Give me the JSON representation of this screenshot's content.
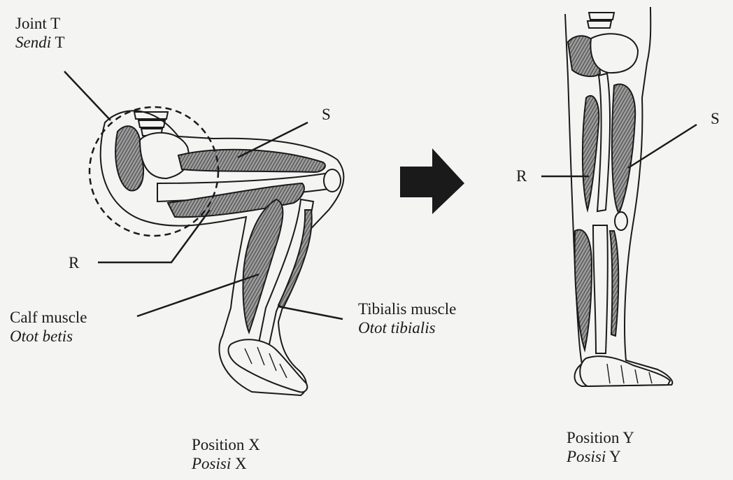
{
  "joint": {
    "en": "Joint T",
    "ms_word": "Sendi",
    "ms_letter": "T"
  },
  "labels": {
    "s": "S",
    "r": "R"
  },
  "calf": {
    "en": "Calf muscle",
    "ms": "Otot betis"
  },
  "tibialis": {
    "en": "Tibialis muscle",
    "ms": "Otot tibialis"
  },
  "position_x": {
    "en": "Position X",
    "ms_word": "Posisi",
    "ms_letter": "X"
  },
  "position_y": {
    "en": "Position Y",
    "ms_word": "Posisi",
    "ms_letter": "Y"
  },
  "colors": {
    "ink": "#1a1a1a",
    "muscle": "#5a5a5a",
    "background": "#f4f4f2"
  }
}
